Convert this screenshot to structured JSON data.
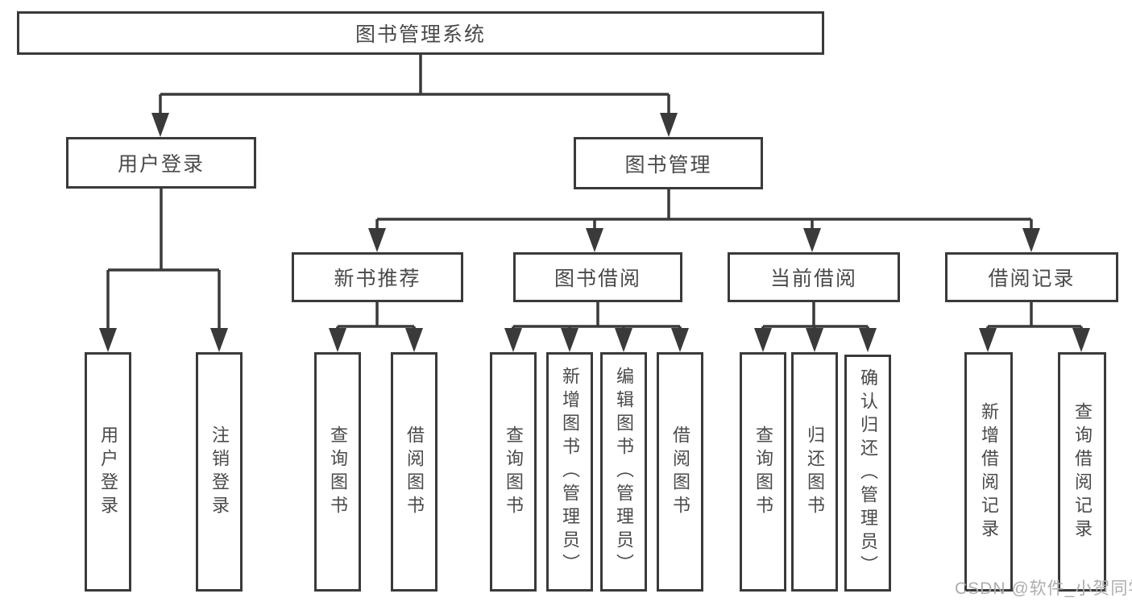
{
  "tree": {
    "label": "图书管理系统",
    "children": [
      {
        "label": "用户登录",
        "children": [
          {
            "label": "用户登录"
          },
          {
            "label": "注销登录"
          }
        ]
      },
      {
        "label": "图书管理",
        "children": [
          {
            "label": "新书推荐",
            "children": [
              {
                "label": "查询图书"
              },
              {
                "label": "借阅图书"
              }
            ]
          },
          {
            "label": "图书借阅",
            "children": [
              {
                "label": "查询图书"
              },
              {
                "label": "新增图书（管理员）"
              },
              {
                "label": "编辑图书（管理员）"
              },
              {
                "label": "借阅图书"
              }
            ]
          },
          {
            "label": "当前借阅",
            "children": [
              {
                "label": "查询图书"
              },
              {
                "label": "归还图书"
              },
              {
                "label": "确认归还（管理员）"
              }
            ]
          },
          {
            "label": "借阅记录",
            "children": [
              {
                "label": "新增借阅记录"
              },
              {
                "label": "查询借阅记录"
              }
            ]
          }
        ]
      }
    ]
  },
  "watermark": {
    "text": "CSDN @软件_小贺同学"
  },
  "colors": {
    "line": "#3a3a3a",
    "box_border": "#3a3a3a",
    "text": "#4a4a4a",
    "watermark": "#adadad",
    "background": "#ffffff"
  }
}
